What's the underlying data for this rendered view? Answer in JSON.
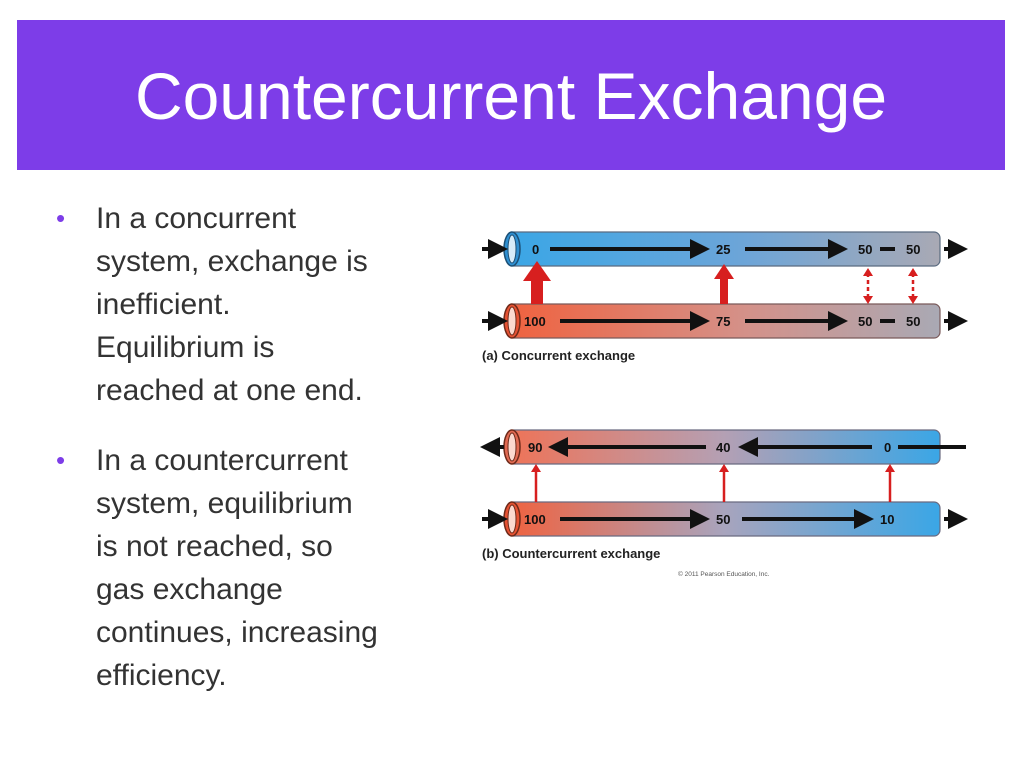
{
  "slide": {
    "title": "Countercurrent Exchange",
    "accent_color": "#7d3de8",
    "bullets": [
      {
        "marker": "•",
        "lines": [
          "In a concurrent",
          "system, exchange is",
          "inefficient.",
          "Equilibrium is",
          "reached at one end."
        ]
      },
      {
        "marker": "•",
        "lines": [
          "In a countercurrent",
          "system, equilibrium",
          "is not reached, so",
          "gas exchange",
          "continues, increasing",
          "efficiency."
        ]
      }
    ]
  },
  "figure": {
    "panel_a": {
      "caption": "(a) Concurrent exchange",
      "top_values": [
        "0",
        "25",
        "50",
        "50"
      ],
      "bottom_values": [
        "100",
        "75",
        "50",
        "50"
      ]
    },
    "panel_b": {
      "caption": "(b) Countercurrent exchange",
      "top_values": [
        "90",
        "40",
        "0"
      ],
      "bottom_values": [
        "100",
        "50",
        "10"
      ]
    },
    "copyright": "© 2011 Pearson Education, Inc.",
    "colors": {
      "blue": "#3aa6e6",
      "red": "#f0623f",
      "grey": "#a9a9b4",
      "arrow_red": "#d71f1f"
    }
  }
}
